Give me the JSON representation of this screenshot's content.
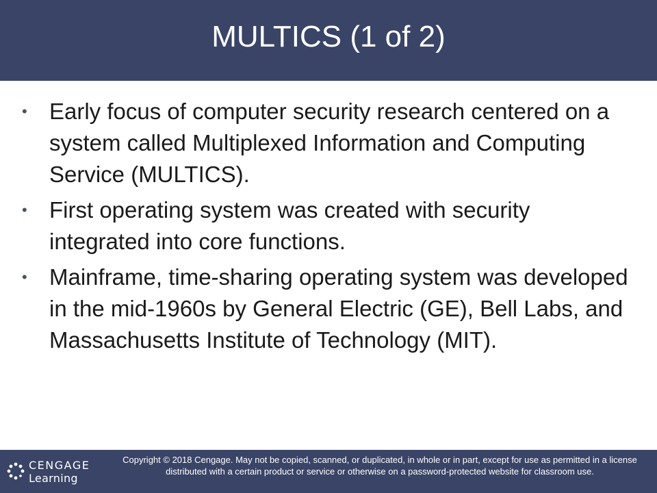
{
  "slide": {
    "title": "MULTICS (1 of 2)",
    "bullets": [
      {
        "text": "Early focus of computer security research centered on a system called Multiplexed Information and Computing Service (MULTICS)."
      },
      {
        "text": "First operating system was created with security integrated into core functions."
      },
      {
        "text": "Mainframe, time-sharing operating system was developed in the mid-1960s by General Electric (GE), Bell Labs, and Massachusetts Institute of Technology (MIT)."
      }
    ],
    "bullet_glyph": "•"
  },
  "footer": {
    "logo_brand": "CENGAGE",
    "logo_sub": "Learning",
    "logo_icon": "cengage-logo-icon",
    "copyright": "Copyright © 2018 Cengage. May not be copied, scanned, or duplicated, in whole or in part, except for use as permitted in a license distributed with a certain product or service or otherwise on a password-protected website for classroom use."
  },
  "colors": {
    "header_bg": "#3a4466",
    "footer_bg": "#3a4466",
    "body_text": "#1a1a1a",
    "bullet": "#4a4f63"
  }
}
